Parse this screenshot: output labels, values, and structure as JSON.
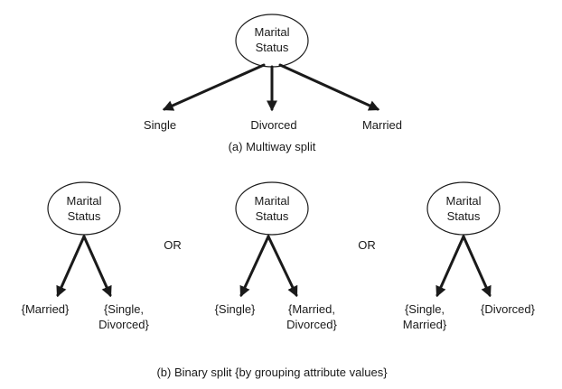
{
  "multiway": {
    "root": {
      "line1": "Marital",
      "line2": "Status"
    },
    "branches": [
      "Single",
      "Divorced",
      "Married"
    ],
    "caption": "(a) Multiway split"
  },
  "binary": {
    "trees": [
      {
        "root": {
          "line1": "Marital",
          "line2": "Status"
        },
        "left": {
          "line1": "{Married}",
          "line2": ""
        },
        "right": {
          "line1": "{Single,",
          "line2": "Divorced}"
        }
      },
      {
        "root": {
          "line1": "Marital",
          "line2": "Status"
        },
        "left": {
          "line1": "{Single}",
          "line2": ""
        },
        "right": {
          "line1": "{Married,",
          "line2": "Divorced}"
        }
      },
      {
        "root": {
          "line1": "Marital",
          "line2": "Status"
        },
        "left": {
          "line1": "{Single,",
          "line2": "Married}"
        },
        "right": {
          "line1": "{Divorced}",
          "line2": ""
        }
      }
    ],
    "separators": [
      "OR",
      "OR"
    ],
    "caption": "(b) Binary split {by grouping attribute values}"
  },
  "colors": {
    "stroke": "#1a1a1a",
    "background": "#ffffff"
  }
}
